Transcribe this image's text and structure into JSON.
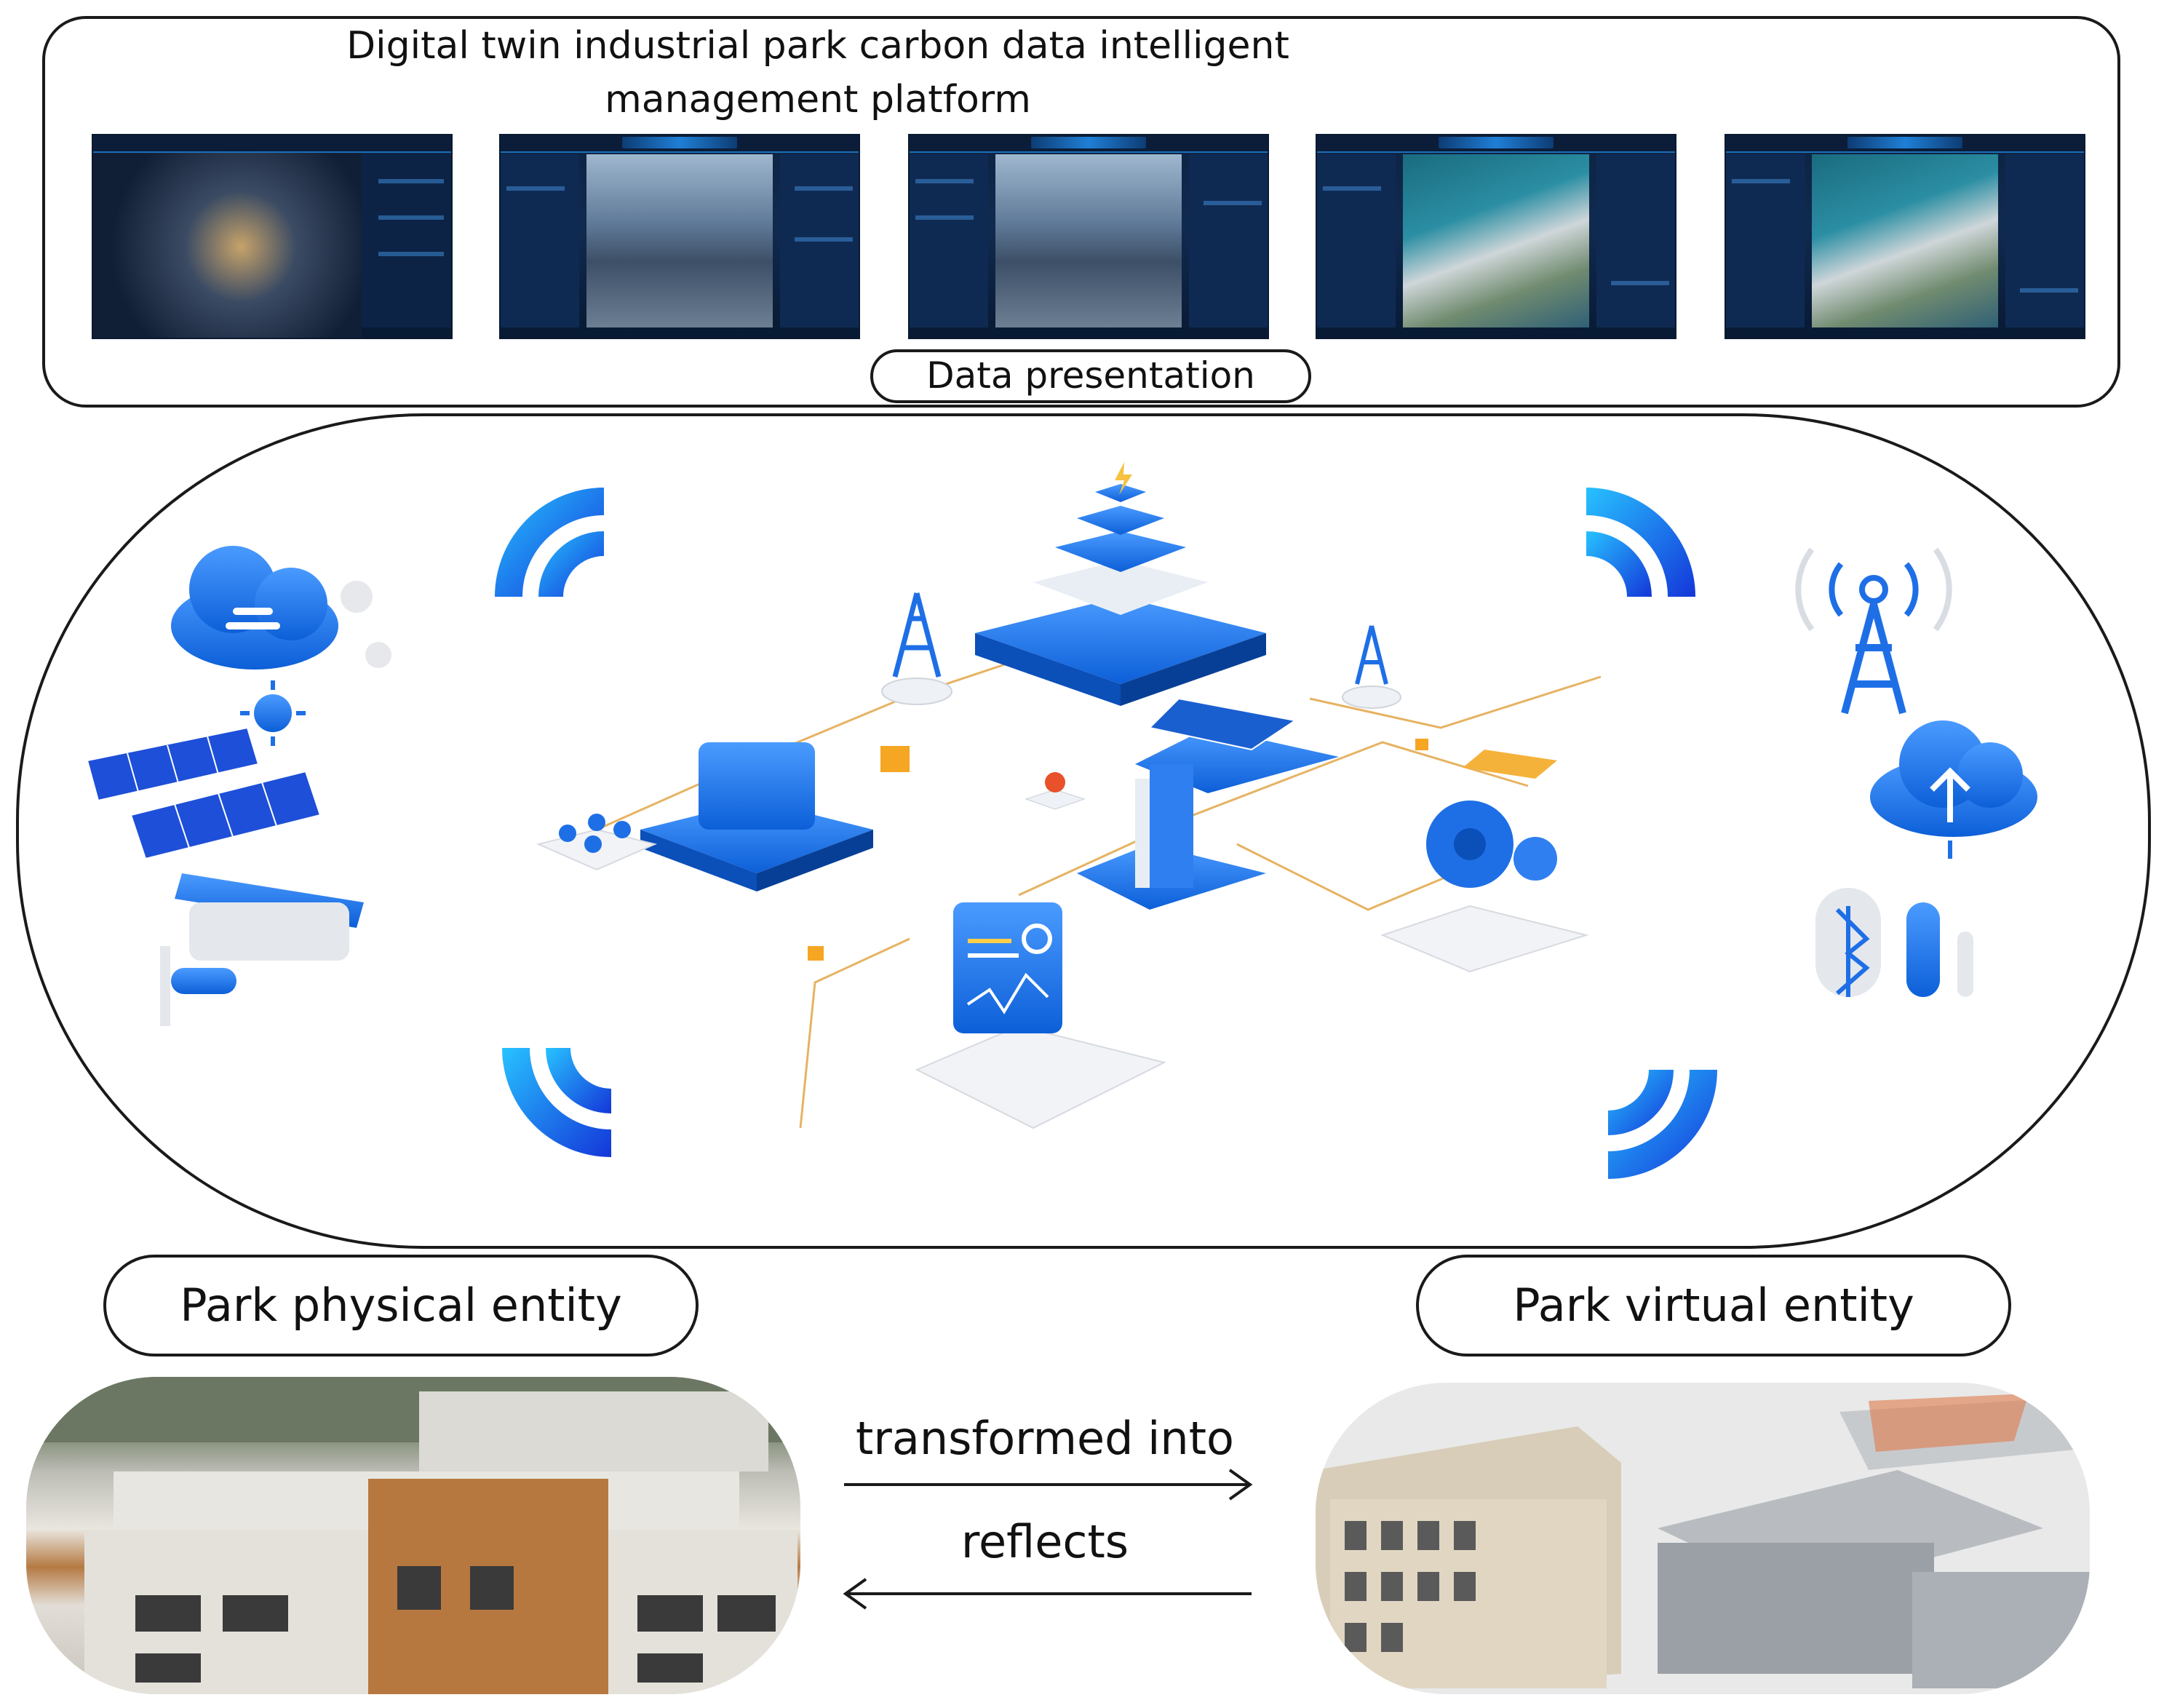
{
  "platform": {
    "title_line1": "Digital twin industrial park carbon data intelligent",
    "title_line2": "management platform",
    "data_presentation_label": "Data presentation"
  },
  "entities": {
    "physical_label": "Park physical entity",
    "virtual_label": "Park virtual entity"
  },
  "relations": {
    "forward_label": "transformed into",
    "backward_label": "reflects"
  },
  "colors": {
    "accent_blue": "#1e6fe6",
    "accent_orange": "#f5a623",
    "outline": "#1a1a1a"
  },
  "icons": {
    "left": [
      "cloud-icon",
      "solar-panel-icon",
      "sun-icon",
      "camera-icon"
    ],
    "right": [
      "signal-tower-icon",
      "cloud-upload-icon",
      "bluetooth-icon"
    ],
    "corners": [
      "wifi-icon",
      "wifi-icon",
      "wifi-icon",
      "wifi-icon"
    ]
  }
}
